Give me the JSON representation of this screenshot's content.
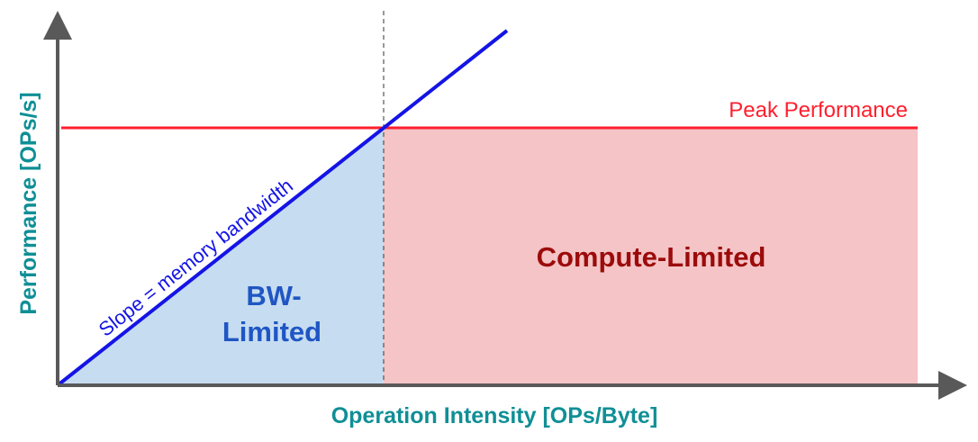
{
  "axes": {
    "x_label": "Operation Intensity [OPs/Byte]",
    "y_label": "Performance [OPs/s]"
  },
  "peak_label": "Peak Performance",
  "slope_label": "Slope = memory bandwidth",
  "regions": {
    "bw_limited": [
      "BW-",
      "Limited"
    ],
    "compute_limited": "Compute-Limited"
  },
  "colors": {
    "axis": "#595959",
    "axis_text": "#0f8f96",
    "peak_line": "#ff1f2d",
    "slope_line": "#1414e6",
    "bw_fill": "#c6dcf0",
    "bw_text": "#1f56c4",
    "compute_fill": "#f4c4c6",
    "compute_text": "#9c0b0b",
    "ridge_line": "#555555"
  }
}
